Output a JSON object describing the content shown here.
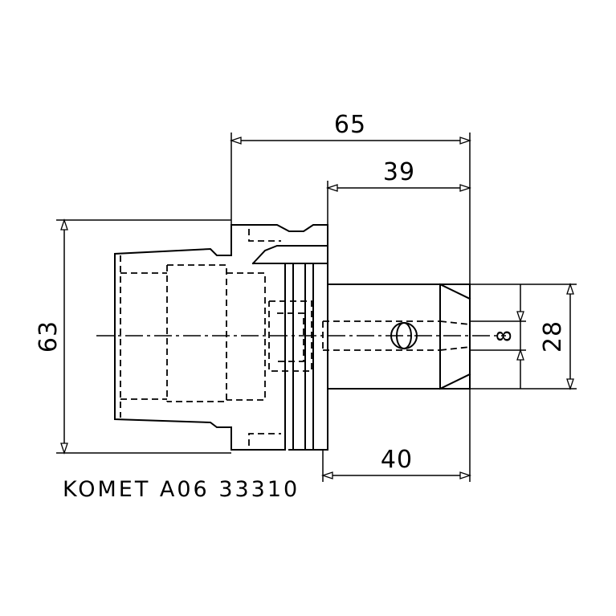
{
  "dimensions": {
    "overall_length": "65",
    "shank_length": "39",
    "flange_to_end": "40",
    "body_diameter": "63",
    "shank_diameter": "28",
    "bore_diameter": "8"
  },
  "part_label": "KOMET A06 33310"
}
